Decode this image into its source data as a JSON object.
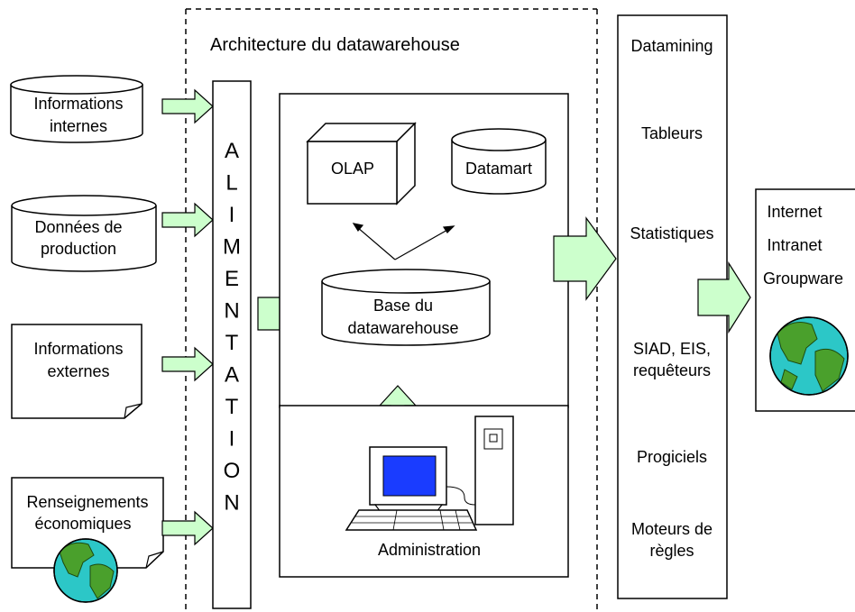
{
  "title": "Architecture du datawarehouse",
  "sources": {
    "internes": [
      "Informations",
      "internes"
    ],
    "production": [
      "Données de",
      "production"
    ],
    "externes": [
      "Informations",
      "externes"
    ],
    "economiques": [
      "Renseignements",
      "économiques"
    ]
  },
  "alimentation_letters": [
    "A",
    "L",
    "I",
    "M",
    "E",
    "N",
    "T",
    "A",
    "T",
    "I",
    "O",
    "N"
  ],
  "olap": "OLAP",
  "datamart": "Datamart",
  "base": [
    "Base du",
    "datawarehouse"
  ],
  "administration": "Administration",
  "tools": {
    "datamining": "Datamining",
    "tableurs": "Tableurs",
    "statistiques": "Statistiques",
    "siad": [
      "SIAD, EIS,",
      "requêteurs"
    ],
    "progiciels": "Progiciels",
    "moteurs": [
      "Moteurs de",
      "règles"
    ]
  },
  "diffusion": [
    "Internet",
    "Intranet",
    "Groupware"
  ],
  "colors": {
    "arrow_fill": "#ccffcc",
    "screen": "#1a3cff",
    "ocean": "#2cc7c7",
    "land": "#4aa02c"
  }
}
